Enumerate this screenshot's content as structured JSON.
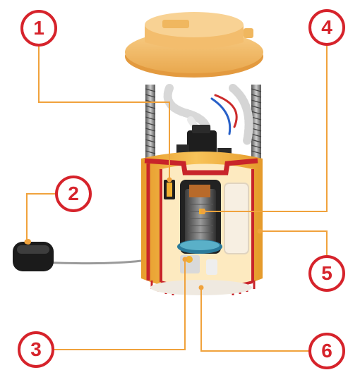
{
  "callouts": [
    {
      "number": "1",
      "part": "pressure-regulator"
    },
    {
      "number": "2",
      "part": "level-sensor-float"
    },
    {
      "number": "3",
      "part": "pump-inlet-filter"
    },
    {
      "number": "4",
      "part": "pump-motor"
    },
    {
      "number": "5",
      "part": "reservoir-housing"
    },
    {
      "number": "6",
      "part": "base-filter"
    }
  ],
  "colors": {
    "callout_red": "#d6232b",
    "leader_orange": "#f0a23c",
    "housing_orange": "#f4b63c",
    "cutaway_red": "#c8242a",
    "flange_tan": "#f6c274"
  }
}
